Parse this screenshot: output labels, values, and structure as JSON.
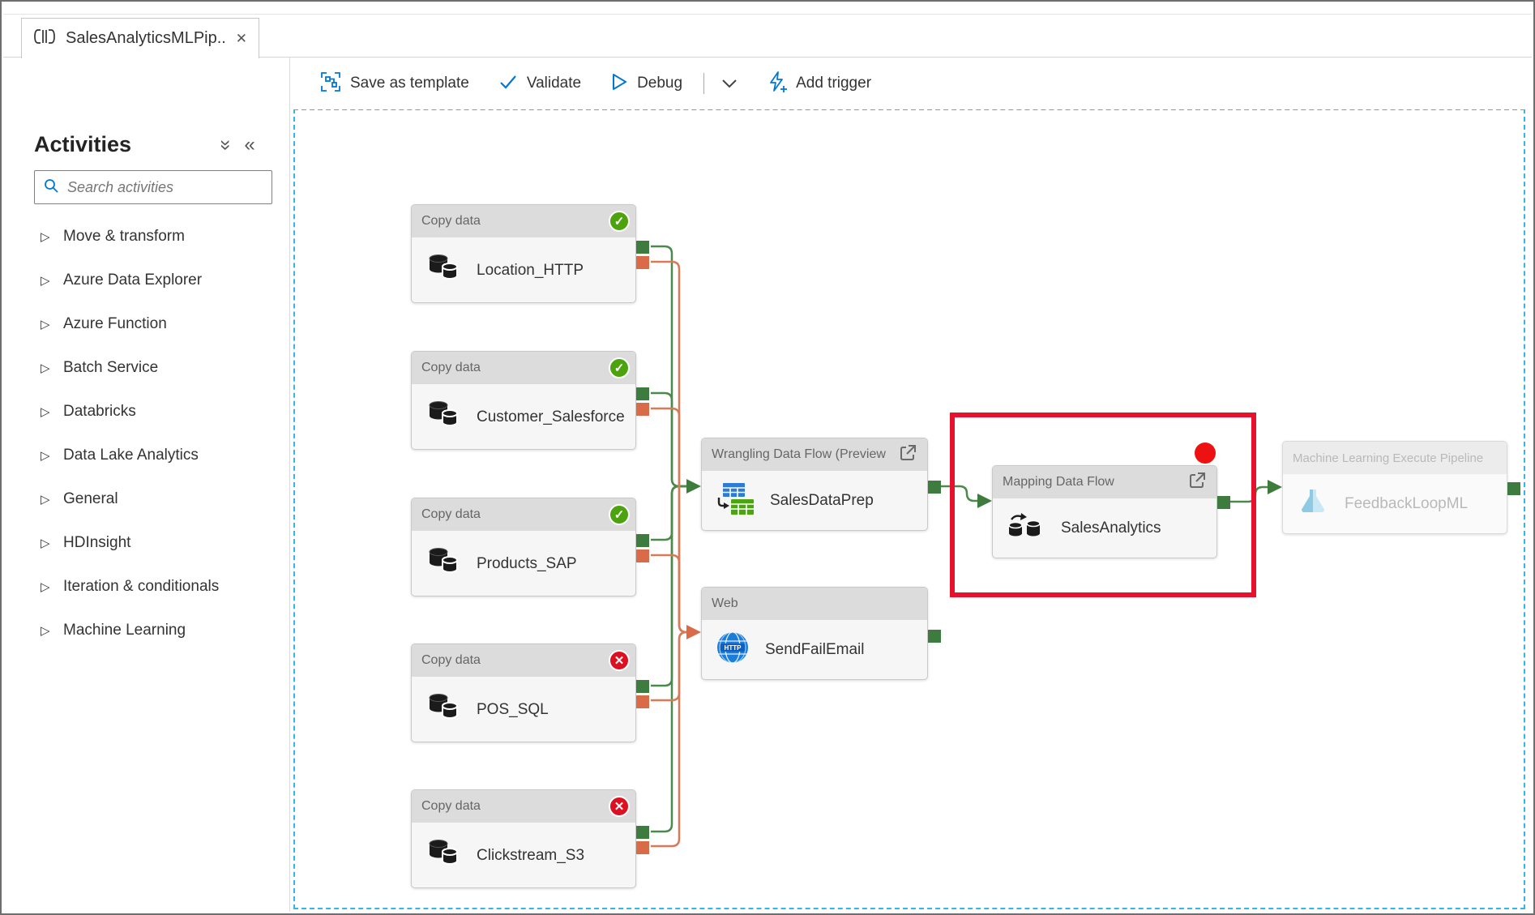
{
  "tab": {
    "title": "SalesAnalyticsMLPip...",
    "close_glyph": "✕"
  },
  "sidebar": {
    "title": "Activities",
    "search_placeholder": "Search activities",
    "items": [
      {
        "label": "Move & transform"
      },
      {
        "label": "Azure Data Explorer"
      },
      {
        "label": "Azure Function"
      },
      {
        "label": "Batch Service"
      },
      {
        "label": "Databricks"
      },
      {
        "label": "Data Lake Analytics"
      },
      {
        "label": "General"
      },
      {
        "label": "HDInsight"
      },
      {
        "label": "Iteration & conditionals"
      },
      {
        "label": "Machine Learning"
      }
    ]
  },
  "toolbar": {
    "save_as_template": "Save as template",
    "validate": "Validate",
    "debug": "Debug",
    "add_trigger": "Add trigger"
  },
  "canvas": {
    "copy_nodes": [
      {
        "type": "Copy data",
        "name": "Location_HTTP",
        "status": "success"
      },
      {
        "type": "Copy data",
        "name": "Customer_Salesforce",
        "status": "success"
      },
      {
        "type": "Copy data",
        "name": "Products_SAP",
        "status": "success"
      },
      {
        "type": "Copy data",
        "name": "POS_SQL",
        "status": "failed"
      },
      {
        "type": "Copy data",
        "name": "Clickstream_S3",
        "status": "failed"
      }
    ],
    "wrangling_node": {
      "type": "Wrangling Data Flow (Preview",
      "name": "SalesDataPrep"
    },
    "web_node": {
      "type": "Web",
      "name": "SendFailEmail",
      "icon_text": "HTTP"
    },
    "mapping_node": {
      "type": "Mapping Data Flow",
      "name": "SalesAnalytics"
    },
    "ml_node": {
      "type": "Machine Learning Execute Pipeline",
      "name": "FeedbackLoopML"
    },
    "colors": {
      "success_green": "#4ca30d",
      "fail_red": "#dd1022",
      "port_green": "#3e7b3e",
      "port_orange": "#d96b48",
      "line_green": "#4b8a4b",
      "line_orange": "#d97a56",
      "highlight_red": "#e8112d",
      "canvas_border_blue": "#35b5ee",
      "accent_blue": "#0078d4"
    }
  }
}
